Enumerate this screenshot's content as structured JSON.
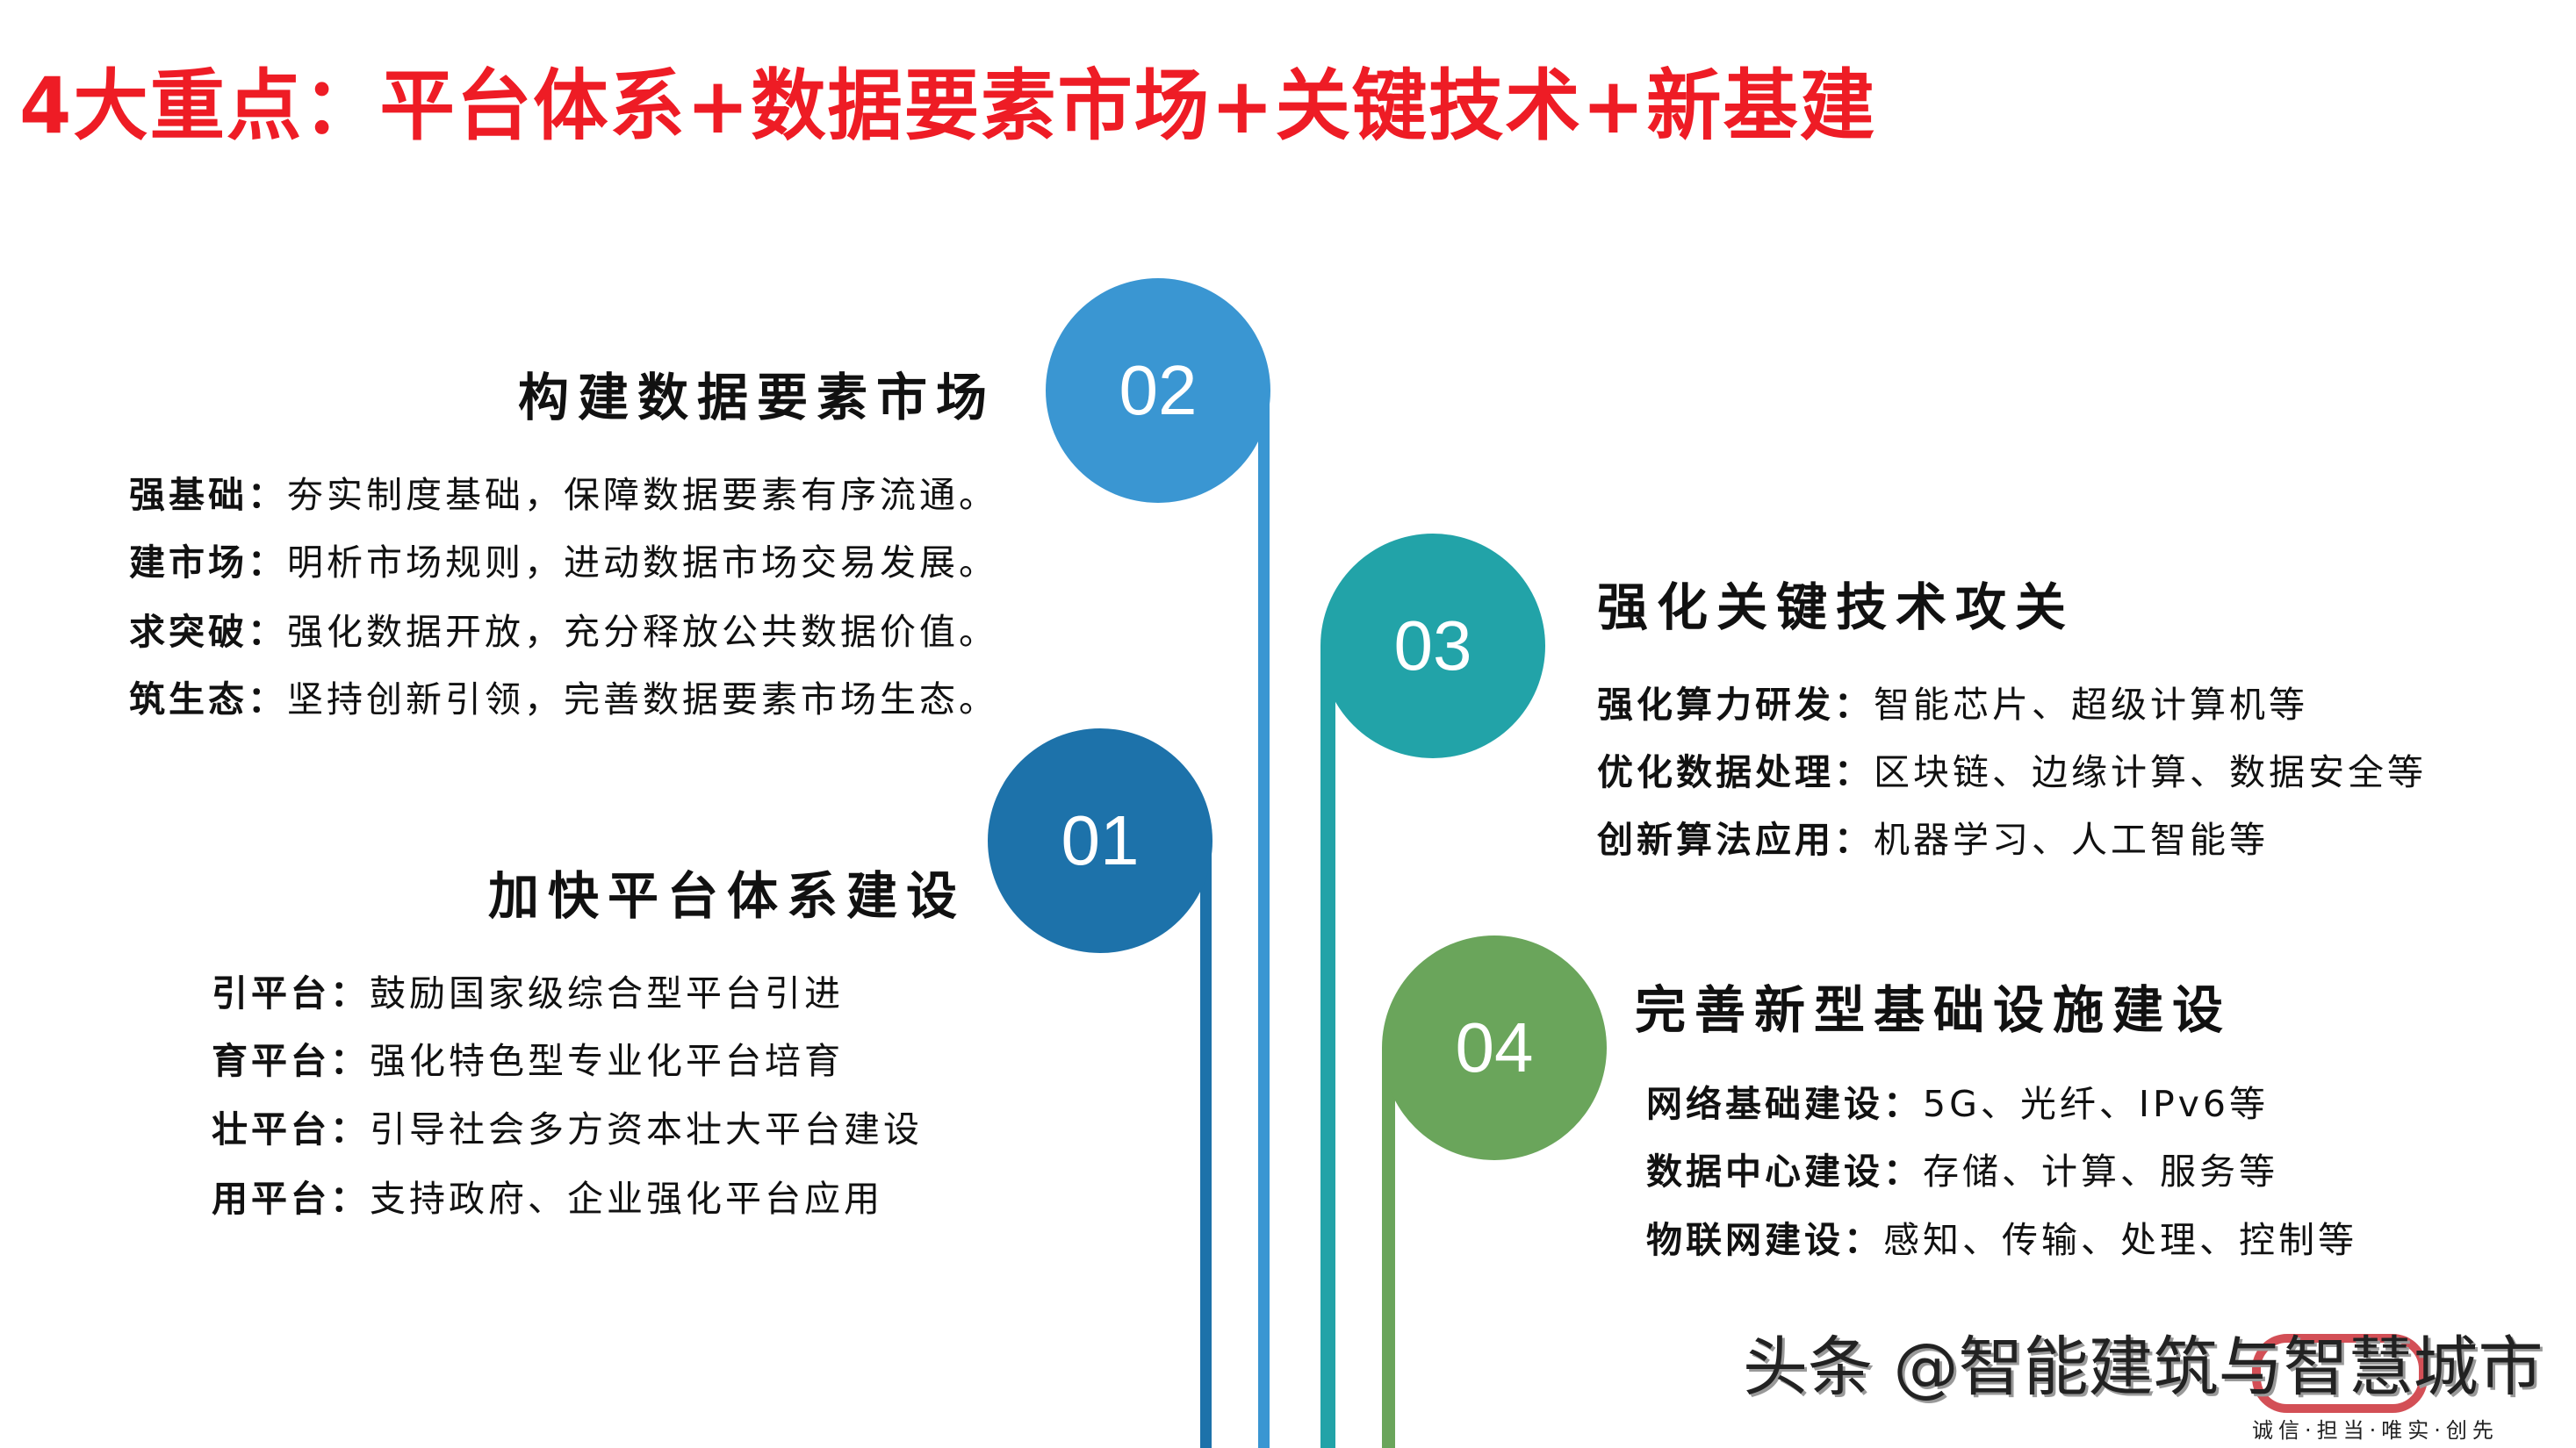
{
  "title": "4大重点：平台体系+数据要素市场+关键技术+新基建",
  "colors": {
    "title": "#EE1C25",
    "c01": "#1D72AA",
    "c02": "#3A96D2",
    "c03": "#22A3A8",
    "c04": "#6AA55B"
  },
  "sections": [
    {
      "num": "01",
      "heading": "加快平台体系建设",
      "items": [
        {
          "label": "引平台",
          "text": "鼓励国家级综合型平台引进"
        },
        {
          "label": "育平台",
          "text": "强化特色型专业化平台培育"
        },
        {
          "label": "壮平台",
          "text": "引导社会多方资本壮大平台建设"
        },
        {
          "label": "用平台",
          "text": "支持政府、企业强化平台应用"
        }
      ]
    },
    {
      "num": "02",
      "heading": "构建数据要素市场",
      "items": [
        {
          "label": "强基础",
          "text": "夯实制度基础，保障数据要素有序流通。"
        },
        {
          "label": "建市场",
          "text": "明析市场规则，进动数据市场交易发展。"
        },
        {
          "label": "求突破",
          "text": "强化数据开放，充分释放公共数据价值。"
        },
        {
          "label": "筑生态",
          "text": "坚持创新引领，完善数据要素市场生态。"
        }
      ]
    },
    {
      "num": "03",
      "heading": "强化关键技术攻关",
      "items": [
        {
          "label": "强化算力研发",
          "text": "智能芯片、超级计算机等"
        },
        {
          "label": "优化数据处理",
          "text": "区块链、边缘计算、数据安全等"
        },
        {
          "label": "创新算法应用",
          "text": "机器学习、人工智能等"
        }
      ]
    },
    {
      "num": "04",
      "heading": "完善新型基础设施建设",
      "items": [
        {
          "label": "网络基础建设",
          "text": "5G、光纤、IPv6等"
        },
        {
          "label": "数据中心建设",
          "text": "存储、计算、服务等"
        },
        {
          "label": "物联网建设",
          "text": "感知、传输、处理、控制等"
        }
      ]
    }
  ],
  "colon": "：",
  "watermark": {
    "text": "头条 @智能建筑与智慧城市",
    "slogan": "诚信·担当·唯实·创先"
  }
}
